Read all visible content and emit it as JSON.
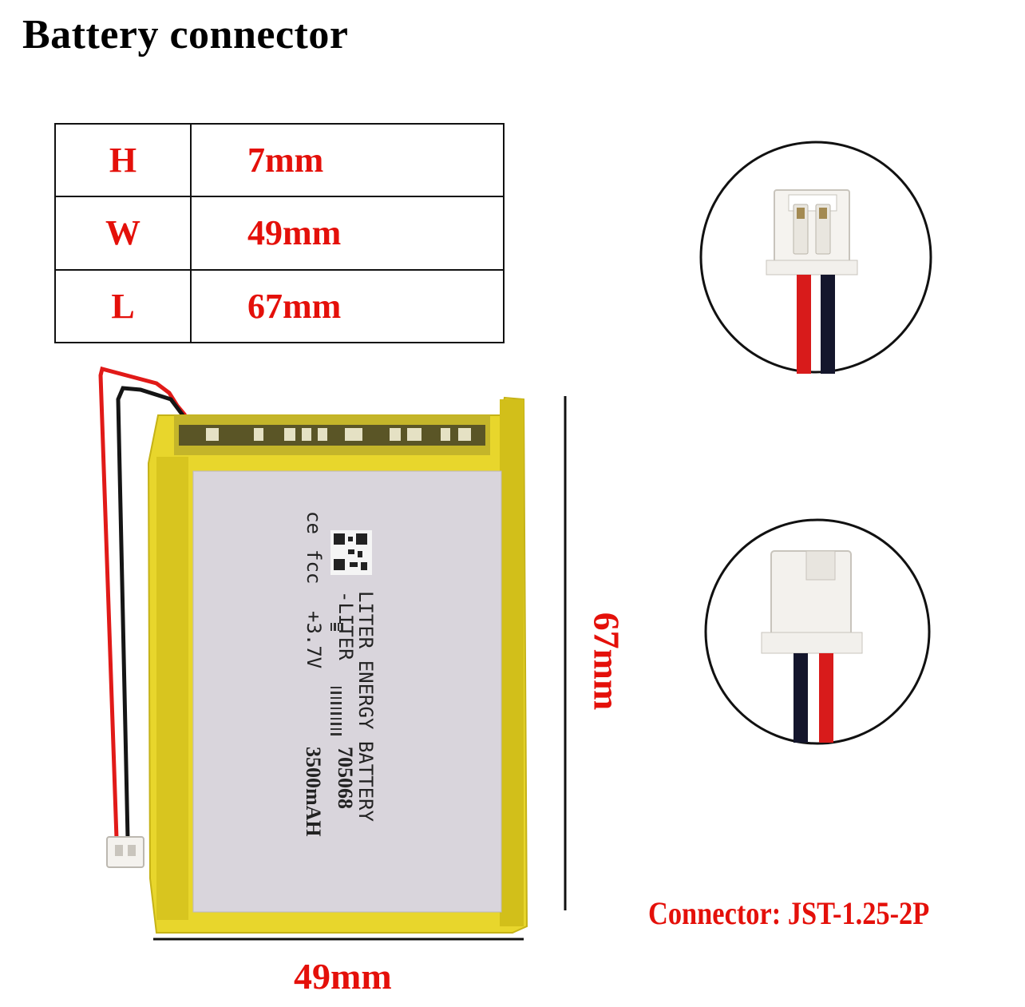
{
  "title": "Battery connector",
  "specs": [
    {
      "key": "H",
      "value": "7mm"
    },
    {
      "key": "W",
      "value": "49mm"
    },
    {
      "key": "L",
      "value": "67mm"
    }
  ],
  "dimensions": {
    "width_label": "49mm",
    "length_label": "67mm"
  },
  "connector_label": "Connector: JST-1.25-2P",
  "battery_label": {
    "line1": "LITER ENERGY BATTERY",
    "line2": "-LITER",
    "model": "705068",
    "voltage": "+3.7V",
    "capacity": "3500mAH",
    "cert1": "ce",
    "cert2": "fcc"
  },
  "colors": {
    "accent_red": "#e4100a",
    "battery_yellow": "#e8d62c",
    "label_silver": "#d9d5dc"
  },
  "icons": [
    "battery-photo",
    "connector-top-view",
    "connector-side-view"
  ]
}
